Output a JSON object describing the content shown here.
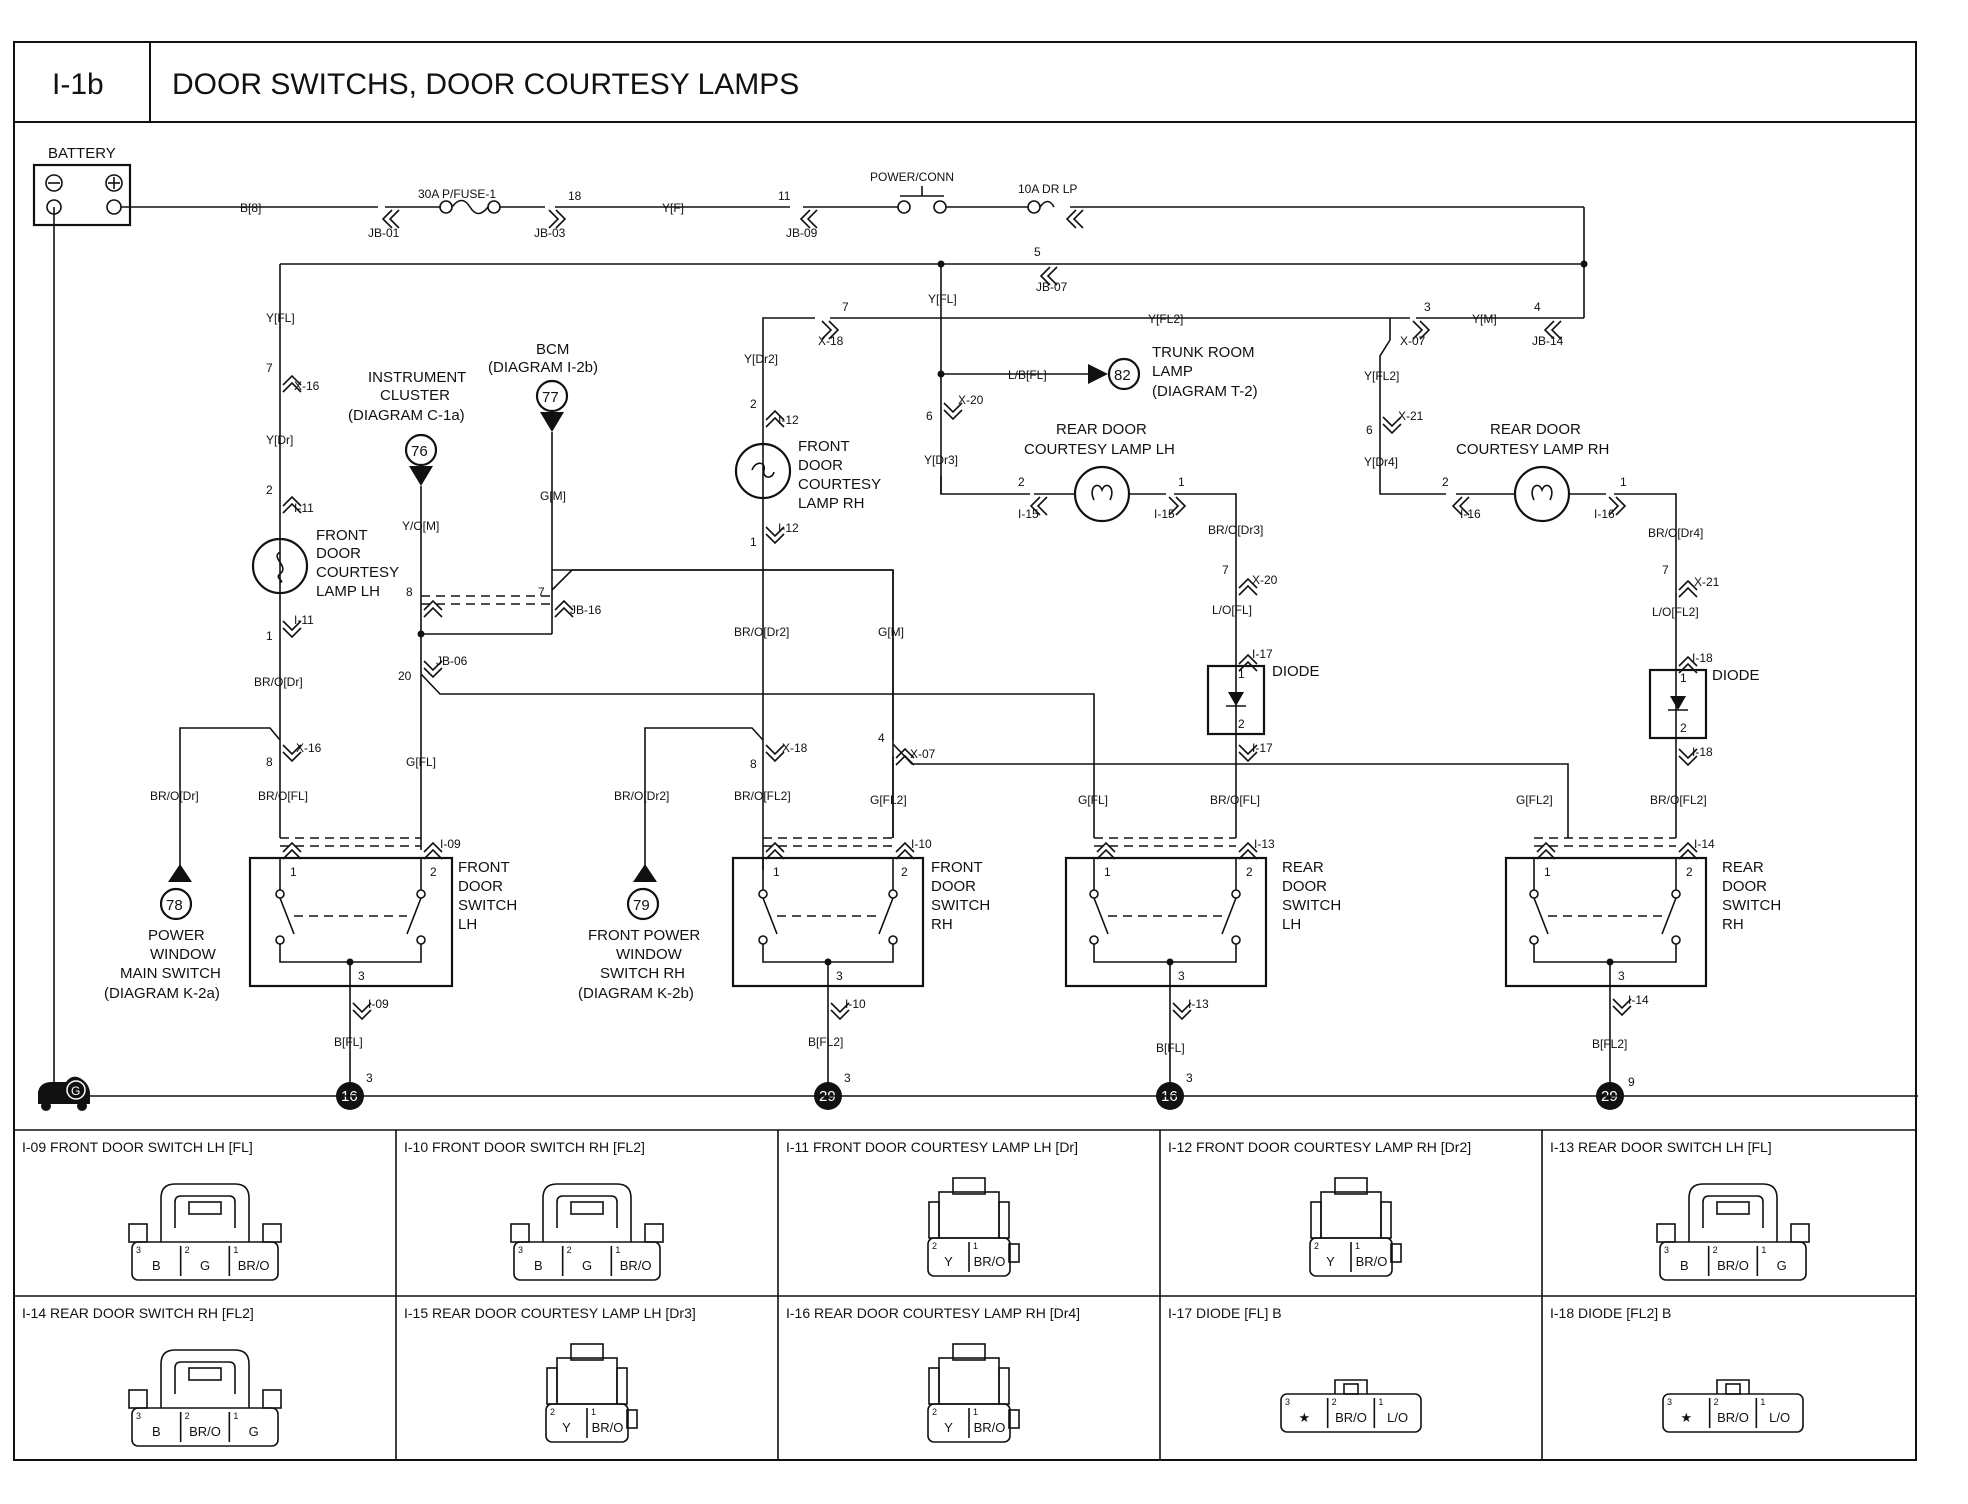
{
  "header": {
    "code": "I-1b",
    "title": "DOOR SWITCHS, DOOR COURTESY LAMPS"
  },
  "power": {
    "battery": "BATTERY",
    "wire_b8": "B[8]",
    "jb01": "JB-01",
    "fuse30": "30A P/FUSE-1",
    "jb03_pin": "18",
    "jb03": "JB-03",
    "wire_yf": "Y[F]",
    "jb09_pin": "11",
    "jb09": "JB-09",
    "power_conn": "POWER/CONN",
    "fuse10": "10A DR LP",
    "jb07_pin": "5",
    "jb07": "JB-07",
    "jb14_pin": "4",
    "jb14": "JB-14",
    "ground": "G"
  },
  "wires": {
    "y_fl_left": "Y[FL]",
    "x16_top_pin": "7",
    "x16_top": "X-16",
    "y_dr": "Y[Dr]",
    "i11_top_pin": "2",
    "i11_top": "I-11",
    "i11_bot_pin": "1",
    "i11_bot": "I-11",
    "br_o_dr": "BR/O[Dr]",
    "x16_bot_pin": "8",
    "x16_bot": "X-16",
    "br_o_dr_side": "BR/O[Dr]",
    "br_o_fl_left": "BR/O[FL]",
    "y_o_m": "Y/O[M]",
    "g_m_left": "G[M]",
    "jb16_left_pin": "8",
    "jb16_pin": "7",
    "jb16": "JB-16",
    "jb06": "JB-06",
    "jb06_pin": "20",
    "g_fl_left": "G[FL]",
    "y_dr2": "Y[Dr2]",
    "x18_top_pin": "7",
    "x18_top": "X-18",
    "i12_top_pin": "2",
    "i12_top": "I-12",
    "i12_bot_pin": "1",
    "i12_bot": "I-12",
    "br_o_dr2": "BR/O[Dr2]",
    "g_m_mid": "G[M]",
    "x18_bot_pin": "8",
    "x18_bot": "X-18",
    "x07_mid_pin": "4",
    "x07_mid": "X-07",
    "br_o_dr2_side": "BR/O[Dr2]",
    "br_o_fl2_mid": "BR/O[FL2]",
    "g_fl2_mid": "G[FL2]",
    "y_fl_center": "Y[FL]",
    "lb_fl": "L/B[FL]",
    "x20_top_pin": "6",
    "x20_top": "X-20",
    "y_dr3": "Y[Dr3]",
    "i15_left_pin": "2",
    "i15_left": "I-15",
    "i15_right_pin": "1",
    "i15_right": "I-15",
    "br_o_dr3": "BR/O[Dr3]",
    "x20_bot_pin": "7",
    "x20_bot": "X-20",
    "lo_fl": "L/O[FL]",
    "i17_top": "I-17",
    "i17_bot": "I-17",
    "g_fl_rear": "G[FL]",
    "br_o_fl_rear": "BR/O[FL]",
    "y_fl2": "Y[FL2]",
    "x07_top_pin": "3",
    "x07_top": "X-07",
    "y_m": "Y[M]",
    "y_fl2_down": "Y[FL2]",
    "x21_top_pin": "6",
    "x21_top": "X-21",
    "y_dr4": "Y[Dr4]",
    "i16_left_pin": "2",
    "i16_left": "I-16",
    "i16_right_pin": "1",
    "i16_right": "I-16",
    "br_o_dr4": "BR/O[Dr4]",
    "x21_bot_pin": "7",
    "x21_bot": "X-21",
    "lo_fl2": "L/O[FL2]",
    "i18_top": "I-18",
    "i18_bot": "I-18",
    "g_fl2_rear": "G[FL2]",
    "br_o_fl2_rear": "BR/O[FL2]"
  },
  "components": {
    "instrument_cluster": [
      "INSTRUMENT",
      "CLUSTER",
      "(DIAGRAM C-1a)"
    ],
    "instrument_cluster_ref": "76",
    "bcm": [
      "BCM",
      "(DIAGRAM I-2b)"
    ],
    "bcm_ref": "77",
    "front_lamp_lh": [
      "FRONT",
      "DOOR",
      "COURTESY",
      "LAMP LH"
    ],
    "front_lamp_rh": [
      "FRONT",
      "DOOR",
      "COURTESY",
      "LAMP RH"
    ],
    "trunk_ref": "82",
    "trunk": [
      "TRUNK ROOM",
      "LAMP",
      "(DIAGRAM T-2)"
    ],
    "rear_lamp_lh": [
      "REAR DOOR",
      "COURTESY LAMP LH"
    ],
    "rear_lamp_rh": [
      "REAR DOOR",
      "COURTESY LAMP RH"
    ],
    "diode": "DIODE",
    "pw_main_ref": "78",
    "pw_main": [
      "POWER",
      "WINDOW",
      "MAIN SWITCH",
      "(DIAGRAM K-2a)"
    ],
    "fpw_rh_ref": "79",
    "fpw_rh": [
      "FRONT POWER",
      "WINDOW",
      "SWITCH RH",
      "(DIAGRAM K-2b)"
    ]
  },
  "switches": [
    {
      "name": [
        "FRONT",
        "DOOR",
        "SWITCH",
        "LH"
      ],
      "conn": "I-09",
      "wire": "B[FL]",
      "gnd": "16",
      "gnd_pin": "3"
    },
    {
      "name": [
        "FRONT",
        "DOOR",
        "SWITCH",
        "RH"
      ],
      "conn": "I-10",
      "wire": "B[FL2]",
      "gnd": "29",
      "gnd_pin": "3"
    },
    {
      "name": [
        "REAR",
        "DOOR",
        "SWITCH",
        "LH"
      ],
      "conn": "I-13",
      "wire": "B[FL]",
      "gnd": "16",
      "gnd_pin": "3"
    },
    {
      "name": [
        "REAR",
        "DOOR",
        "SWITCH",
        "RH"
      ],
      "conn": "I-14",
      "wire": "B[FL2]",
      "gnd": "29",
      "gnd_pin": "9"
    }
  ],
  "pins": {
    "p1": "1",
    "p2": "2",
    "p3": "3"
  },
  "connector_panels": [
    {
      "title": "I-09 FRONT DOOR SWITCH LH [FL]",
      "shape": "switch",
      "pins": [
        "3",
        "2",
        "1"
      ],
      "labels": [
        "B",
        "G",
        "BR/O"
      ]
    },
    {
      "title": "I-10 FRONT DOOR SWITCH RH [FL2]",
      "shape": "switch",
      "pins": [
        "3",
        "2",
        "1"
      ],
      "labels": [
        "B",
        "G",
        "BR/O"
      ]
    },
    {
      "title": "I-11 FRONT DOOR COURTESY LAMP LH [Dr]",
      "shape": "lamp",
      "pins": [
        "2",
        "1"
      ],
      "labels": [
        "Y",
        "BR/O"
      ]
    },
    {
      "title": "I-12 FRONT DOOR COURTESY LAMP RH [Dr2]",
      "shape": "lamp",
      "pins": [
        "2",
        "1"
      ],
      "labels": [
        "Y",
        "BR/O"
      ]
    },
    {
      "title": "I-13 REAR DOOR SWITCH LH [FL]",
      "shape": "switch",
      "pins": [
        "3",
        "2",
        "1"
      ],
      "labels": [
        "B",
        "BR/O",
        "G"
      ]
    },
    {
      "title": "I-14 REAR DOOR SWITCH RH [FL2]",
      "shape": "switch",
      "pins": [
        "3",
        "2",
        "1"
      ],
      "labels": [
        "B",
        "BR/O",
        "G"
      ]
    },
    {
      "title": "I-15 REAR DOOR COURTESY LAMP LH [Dr3]",
      "shape": "lamp",
      "pins": [
        "2",
        "1"
      ],
      "labels": [
        "Y",
        "BR/O"
      ]
    },
    {
      "title": "I-16 REAR DOOR COURTESY LAMP RH [Dr4]",
      "shape": "lamp",
      "pins": [
        "2",
        "1"
      ],
      "labels": [
        "Y",
        "BR/O"
      ]
    },
    {
      "title": "I-17 DIODE  [FL] B",
      "shape": "diode",
      "pins": [
        "3",
        "2",
        "1"
      ],
      "labels": [
        "★",
        "BR/O",
        "L/O"
      ]
    },
    {
      "title": "I-18 DIODE  [FL2] B",
      "shape": "diode",
      "pins": [
        "3",
        "2",
        "1"
      ],
      "labels": [
        "★",
        "BR/O",
        "L/O"
      ]
    }
  ]
}
